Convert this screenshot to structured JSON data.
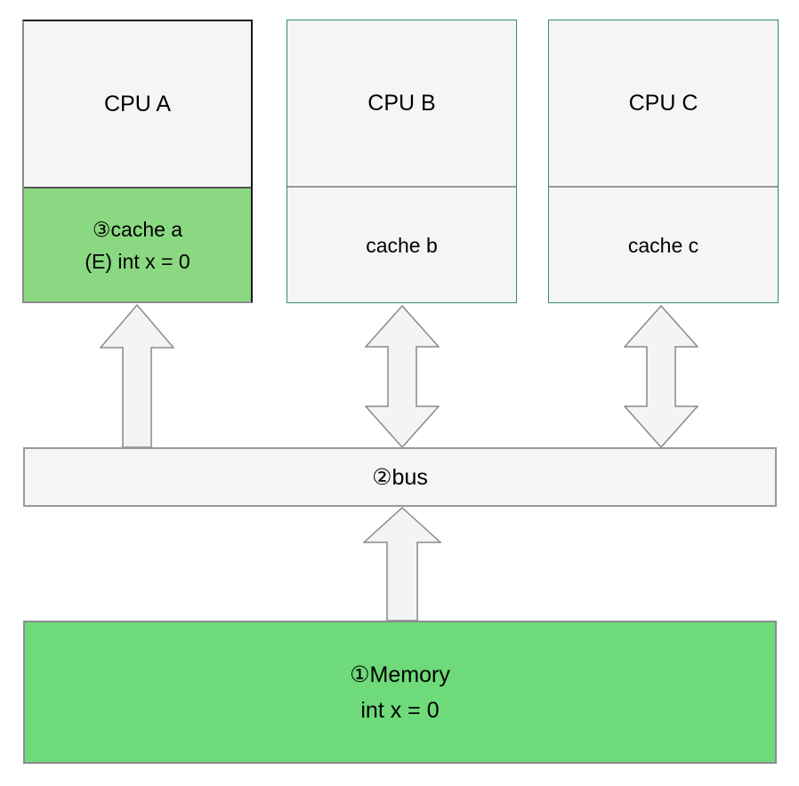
{
  "cpus": [
    {
      "id": "a",
      "cpu_label": "CPU A",
      "cache_label": "③cache a",
      "cache_value": "(E) int x = 0",
      "cache_highlighted": true
    },
    {
      "id": "b",
      "cpu_label": "CPU B",
      "cache_label": "cache b",
      "cache_value": "",
      "cache_highlighted": false
    },
    {
      "id": "c",
      "cpu_label": "CPU C",
      "cache_label": "cache c",
      "cache_value": "",
      "cache_highlighted": false
    }
  ],
  "bus": {
    "label": "②bus"
  },
  "memory": {
    "label": "①Memory",
    "value": "int x = 0"
  },
  "icons": {
    "cache_a_to_bus": "block-arrow-up",
    "cache_b_to_bus": "block-arrow-vertical-double",
    "cache_c_to_bus": "block-arrow-vertical-double",
    "memory_to_bus": "block-arrow-up"
  },
  "colors": {
    "box_fill": "#f5f5f5",
    "cache_green": "#8ad881",
    "memory_green": "#6eda79",
    "dark_border": "#1a1a1a",
    "teal_border": "#35877a",
    "gray_border": "#8c8c8c",
    "divider_gray": "#999999",
    "arrow_fill": "#f4f4f4",
    "arrow_stroke": "#8a8a8a",
    "text_color": "#000000"
  }
}
